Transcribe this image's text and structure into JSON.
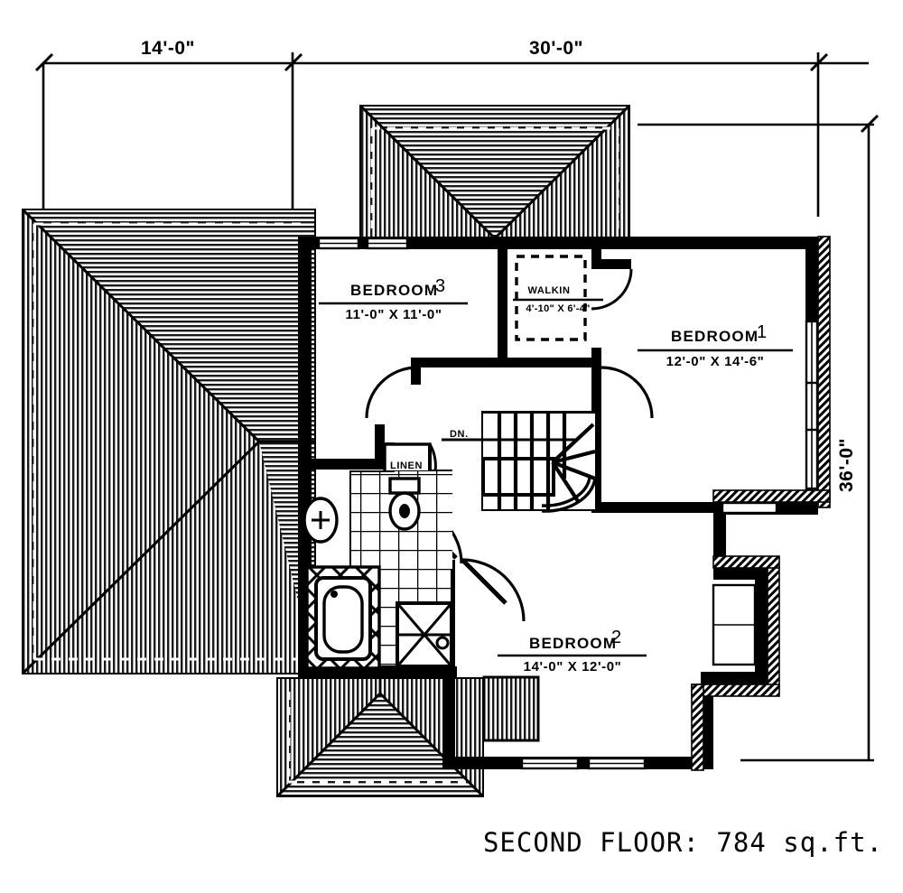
{
  "drawing": {
    "type": "architectural-floor-plan",
    "caption": "SECOND FLOOR:  784 sq.ft.",
    "background_color": "#ffffff",
    "line_color": "#000000"
  },
  "dimensions": {
    "top_left": "14'-0\"",
    "top_right": "30'-0\"",
    "right_side": "36'-0\""
  },
  "rooms": [
    {
      "id": "bedroom-3",
      "name": "BEDROOM",
      "number": "3",
      "size": "11'-0\"  X  11'-0\""
    },
    {
      "id": "bedroom-1",
      "name": "BEDROOM",
      "number": "1",
      "size": "12'-0\"  X  14'-6\""
    },
    {
      "id": "bedroom-2",
      "name": "BEDROOM",
      "number": "2",
      "size": "14'-0\"  X  12'-0\""
    },
    {
      "id": "walkin",
      "name": "WALKIN",
      "number": "",
      "size": "4'-10\"  X  6'-4\""
    }
  ],
  "annotations": {
    "linen": "LINEN",
    "stairs_down": "DN."
  },
  "fixtures": {
    "bathtub": "bathtub",
    "toilet": "toilet",
    "sink": "sink",
    "shower": "corner-shower"
  }
}
